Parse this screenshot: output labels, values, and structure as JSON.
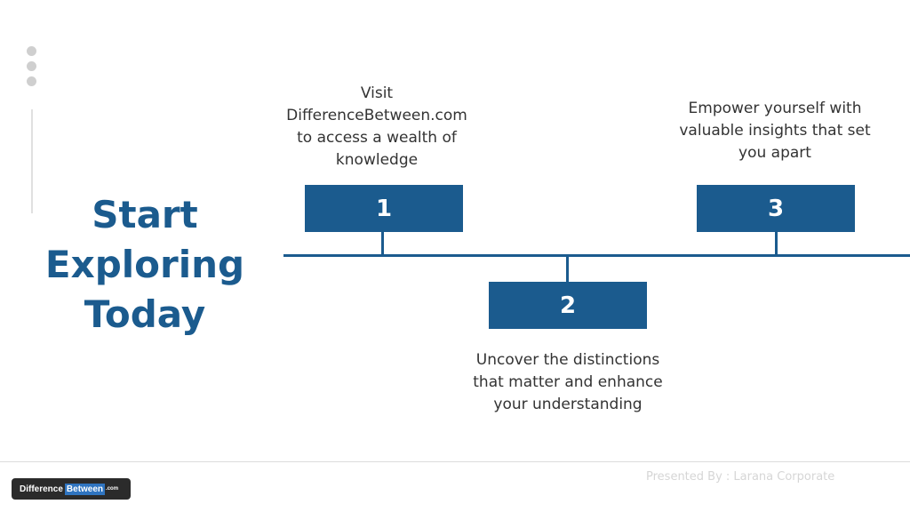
{
  "title": "Start Exploring Today",
  "steps": [
    {
      "number": "1",
      "text": "Visit\nDifferenceBetween.com\nto access a wealth of\nknowledge"
    },
    {
      "number": "2",
      "text": "Uncover the distinctions\nthat matter and enhance\nyour understanding"
    },
    {
      "number": "3",
      "text": "Empower yourself with\nvaluable insights that set\nyou apart"
    }
  ],
  "footer": {
    "presented_by": "Presented By : Larana Corporate",
    "logo": {
      "part1": "Difference",
      "part2": "Between",
      "part3": ".com"
    }
  },
  "colors": {
    "accent": "#1b5b8e"
  }
}
